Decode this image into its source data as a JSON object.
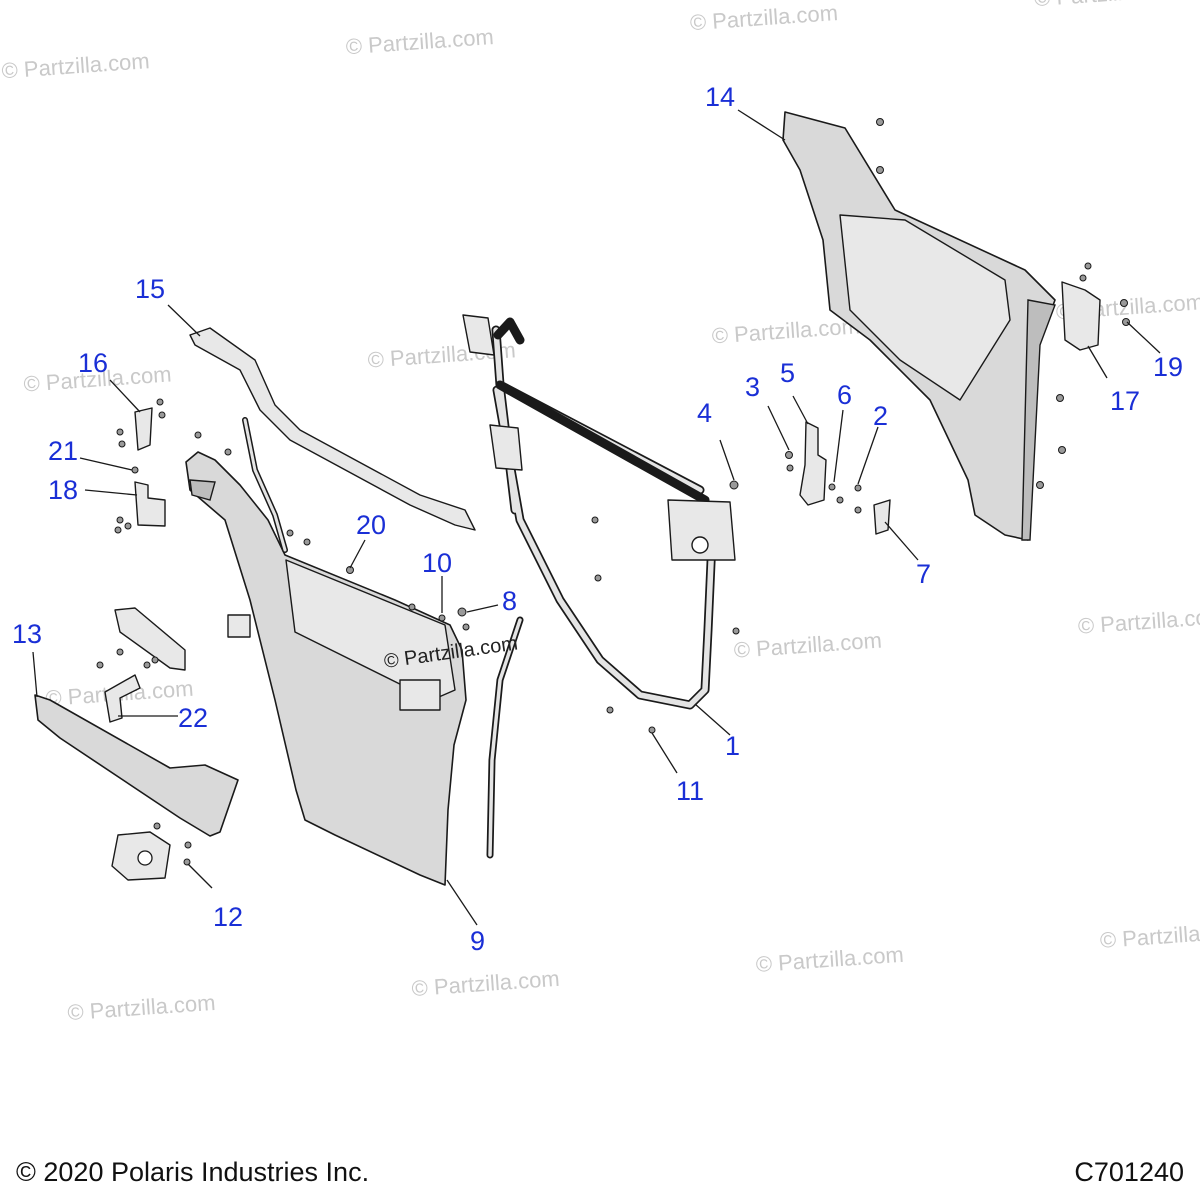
{
  "diagram": {
    "watermark": "© Partzilla.com",
    "callouts": [
      "1",
      "2",
      "3",
      "4",
      "5",
      "6",
      "7",
      "8",
      "9",
      "10",
      "11",
      "12",
      "13",
      "14",
      "15",
      "16",
      "17",
      "18",
      "19",
      "20",
      "21",
      "22"
    ]
  },
  "footer": {
    "copyright": "© 2020 Polaris Industries Inc.",
    "drawing_number": "C701240"
  }
}
